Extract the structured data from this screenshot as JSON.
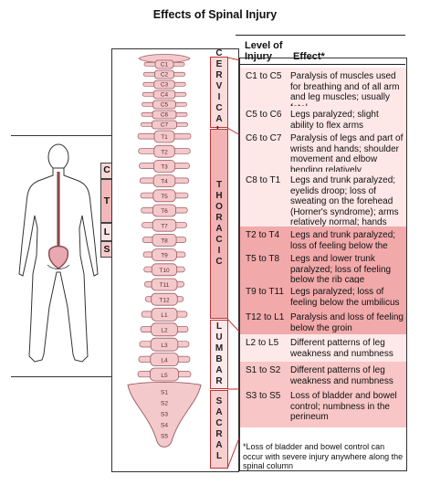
{
  "title": "Effects of Spinal Injury",
  "table_header": {
    "level": "Level of Injury",
    "effect": "Effect*"
  },
  "rows": [
    {
      "level": "C1 to C5",
      "effect": "Paralysis of muscles used for breathing and of all arm and leg muscles; usually fatal."
    },
    {
      "level": "C5 to C6",
      "effect": "Legs paralyzed; slight ability to flex arms"
    },
    {
      "level": "C6 to C7",
      "effect": "Paralysis of legs and part of wrists and hands; shoulder movement and elbow bending relatively preserved"
    },
    {
      "level": "C8 to T1",
      "effect": "Legs and trunk paralyzed; eyelids droop; loss of sweating on the forehead (Horner's syndrome); arms relatively normal; hands paralyzed"
    },
    {
      "level": "T2 to T4",
      "effect": "Legs and trunk paralyzed; loss of feeling below the nipples"
    },
    {
      "level": "T5 to T8",
      "effect": "Legs and lower trunk paralyzed; loss of feeling below the rib cage"
    },
    {
      "level": "T9 to T11",
      "effect": "Legs paralyzed; loss of feeling below the umbilicus"
    },
    {
      "level": "T12 to L1",
      "effect": "Paralysis and loss of feeling below the groin"
    },
    {
      "level": "L2 to L5",
      "effect": "Different patterns of leg weakness and numbness"
    },
    {
      "level": "S1 to S2",
      "effect": "Different patterns of leg weakness and numbness"
    },
    {
      "level": "S3 to S5",
      "effect": "Loss of bladder and bowel control; numbness in the perineum"
    }
  ],
  "footnote": "*Loss of bladder and bowel control can occur with severe injury anywhere along the spinal column",
  "regions": [
    {
      "name": "CERVICAL",
      "letters": [
        "C",
        "E",
        "R",
        "V",
        "I",
        "C",
        "A",
        "L"
      ]
    },
    {
      "name": "THORACIC",
      "letters": [
        "T",
        "H",
        "O",
        "R",
        "A",
        "C",
        "I",
        "C"
      ]
    },
    {
      "name": "LUMBAR",
      "letters": [
        "L",
        "U",
        "M",
        "B",
        "A",
        "R"
      ]
    },
    {
      "name": "SACRAL",
      "letters": [
        "S",
        "A",
        "C",
        "R",
        "A",
        "L"
      ]
    }
  ],
  "body_labels": {
    "c": "C",
    "t": "T",
    "l": "L",
    "s": "S"
  },
  "vertebrae": {
    "cervical": [
      "C1",
      "C2",
      "C3",
      "C4",
      "C5",
      "C6",
      "C7"
    ],
    "thoracic": [
      "T1",
      "T2",
      "T3",
      "T4",
      "T5",
      "T6",
      "T7",
      "T8",
      "T9",
      "T10",
      "T11",
      "T12"
    ],
    "lumbar": [
      "L1",
      "L2",
      "L3",
      "L4",
      "L5"
    ],
    "sacral": [
      "S1",
      "S2",
      "S3",
      "S4",
      "S5"
    ]
  },
  "colors": {
    "row_light": "#fde7e7",
    "row_mid": "#f8c6c6",
    "row_dark": "#f2a9aa",
    "bone": "#f4c9cc",
    "bone_stroke": "#9a5a60",
    "region_tab": "#f7cfd0"
  }
}
